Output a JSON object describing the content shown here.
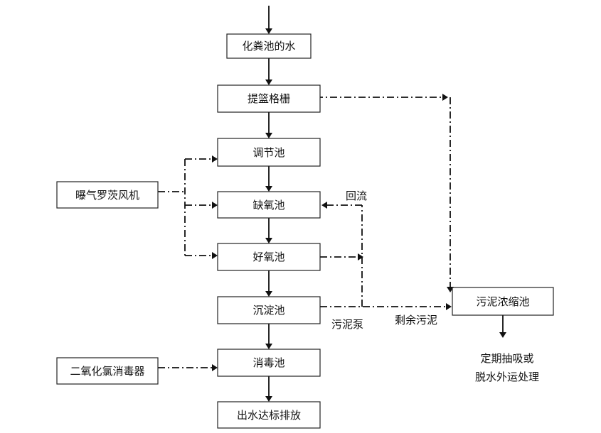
{
  "nodes": {
    "septic_tank": "化粪池的水",
    "screen": "提篮格栅",
    "equalization": "调节池",
    "anoxic": "缺氧池",
    "aerobic": "好氧池",
    "sedimentation": "沉淀池",
    "disinfection": "消毒池",
    "discharge": "出水达标排放",
    "blower": "曝气罗茨风机",
    "chlorine_dioxide": "二氧化氯消毒器",
    "sludge_thickener": "污泥浓缩池"
  },
  "labels": {
    "reflux": "回流",
    "sludge_pump": "污泥泵",
    "excess_sludge": "剩余污泥",
    "disposal_line1": "定期抽吸或",
    "disposal_line2": "脱水外运处理"
  }
}
